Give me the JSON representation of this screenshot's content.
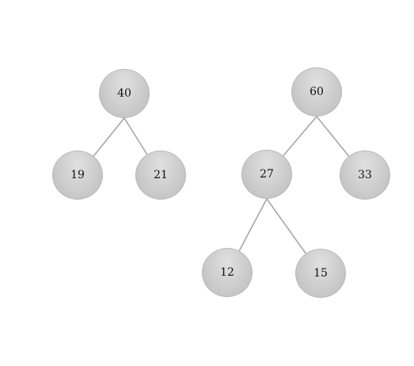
{
  "colors": {
    "node_fill": "#d0d0d0",
    "node_border": "#b8b8b8",
    "edge": "#a6a6a6",
    "background": "#ffffff"
  },
  "trees": [
    {
      "nodes": [
        {
          "id": "n40",
          "label": "40"
        },
        {
          "id": "n19",
          "label": "19"
        },
        {
          "id": "n21",
          "label": "21"
        }
      ],
      "edges": [
        [
          "n40",
          "n19"
        ],
        [
          "n40",
          "n21"
        ]
      ]
    },
    {
      "nodes": [
        {
          "id": "n60",
          "label": "60"
        },
        {
          "id": "n27",
          "label": "27"
        },
        {
          "id": "n33",
          "label": "33"
        },
        {
          "id": "n12",
          "label": "12"
        },
        {
          "id": "n15",
          "label": "15"
        }
      ],
      "edges": [
        [
          "n60",
          "n27"
        ],
        [
          "n60",
          "n33"
        ],
        [
          "n27",
          "n12"
        ],
        [
          "n27",
          "n15"
        ]
      ]
    }
  ]
}
